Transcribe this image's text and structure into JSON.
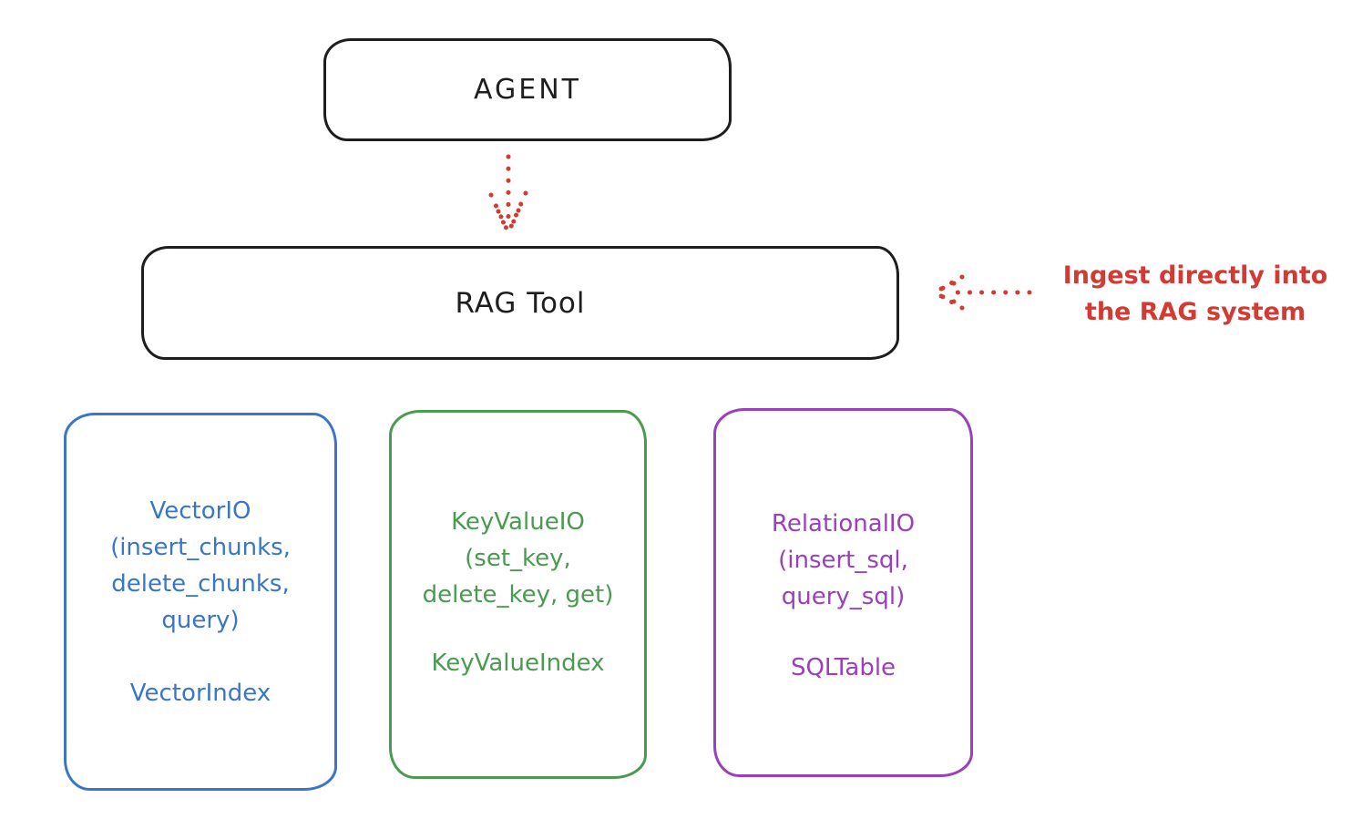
{
  "colors": {
    "ink": "#1e1e1e",
    "background": "#ffffff",
    "red_accent": "#d23b33",
    "blue_store": "#3b76c5",
    "green_store": "#4a9b50",
    "purple_store": "#9a3fbe"
  },
  "nodes": {
    "agent": {
      "label": "AGENT"
    },
    "rag_tool": {
      "label": "RAG Tool"
    },
    "vector_io": {
      "lines": [
        "VectorIO",
        "(insert_chunks,",
        "delete_chunks,",
        "query)"
      ],
      "index": "VectorIndex"
    },
    "keyvalue_io": {
      "lines": [
        "KeyValueIO",
        "(set_key,",
        "delete_key, get)"
      ],
      "index": "KeyValueIndex"
    },
    "relational_io": {
      "lines": [
        "RelationalIO",
        "(insert_sql,",
        "query_sql)"
      ],
      "index": "SQLTable"
    }
  },
  "annotation": {
    "line1": "Ingest directly into",
    "line2": "the RAG system"
  },
  "arrows": {
    "agent_to_rag_tool": "dotted-down-arrow",
    "ingest_to_rag_tool": "dotted-left-arrow"
  }
}
